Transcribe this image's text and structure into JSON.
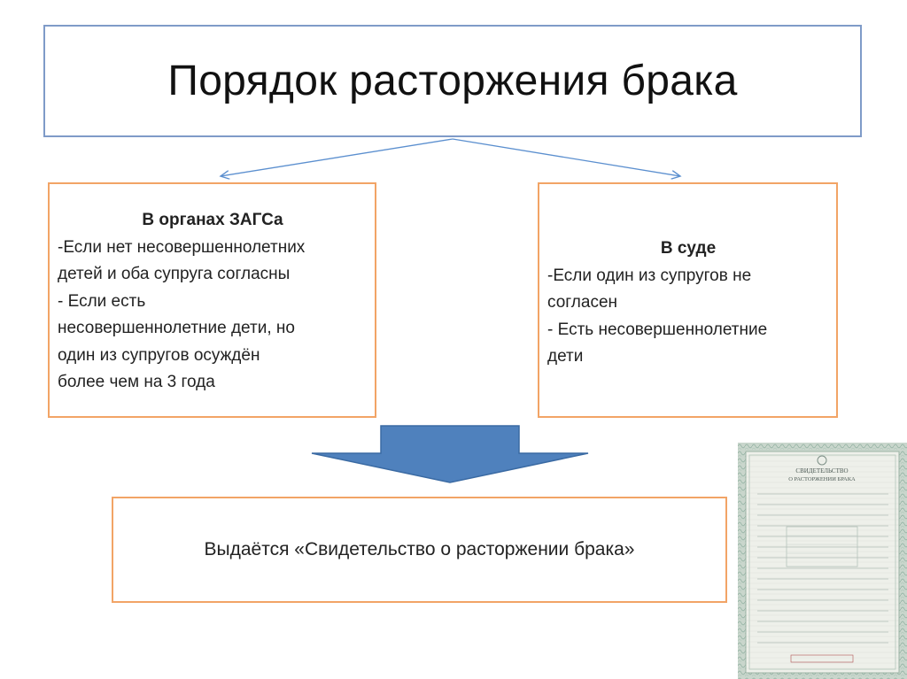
{
  "title": "Порядок расторжения брака",
  "left_box": {
    "heading": "В органах ЗАГСа",
    "lines": [
      "-Если нет несовершеннолетних",
      "детей и оба супруга согласны",
      "- Если есть",
      "несовершеннолетние дети, но",
      "один из супругов осуждён",
      "более чем на 3 года"
    ]
  },
  "right_box": {
    "heading": "В суде",
    "lines": [
      "-Если один из супругов не",
      "согласен",
      "- Есть несовершеннолетние",
      "дети"
    ]
  },
  "result_box": {
    "text": "Выдаётся «Свидетельство о расторжении брака»"
  },
  "certificate": {
    "title_line1": "СВИДЕТЕЛЬСТВО",
    "title_line2": "О РАСТОРЖЕНИИ БРАКА"
  },
  "colors": {
    "title_border": "#7f9bc8",
    "box_border": "#f2a466",
    "arrow_fill": "#4f81bd",
    "connector": "#5b8fcf"
  }
}
